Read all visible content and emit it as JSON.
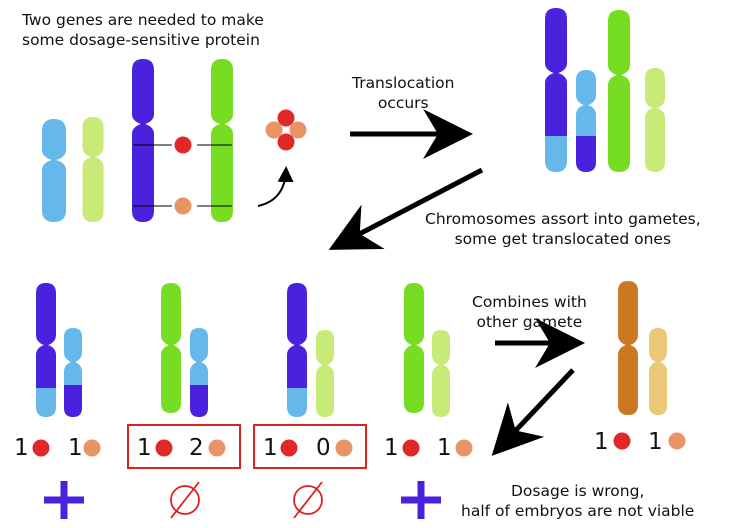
{
  "header": {
    "line1": "Two genes are needed to make",
    "line2": "some dosage-sensitive protein"
  },
  "step_translocation": {
    "line1": "Translocation",
    "line2": "occurs"
  },
  "step_assort": {
    "line1": "Chromosomes assort into gametes,",
    "line2": "some get translocated ones"
  },
  "step_combine": {
    "line1": "Combines with",
    "line2": "other gamete"
  },
  "outcome": {
    "line1": "Dosage is wrong,",
    "line2": "half of embryos are not viable"
  },
  "gametes": [
    {
      "red_count": "1",
      "orange_count": "1",
      "verdict": "viable",
      "boxed": false
    },
    {
      "red_count": "1",
      "orange_count": "2",
      "verdict": "not-viable",
      "boxed": true
    },
    {
      "red_count": "1",
      "orange_count": "0",
      "verdict": "not-viable",
      "boxed": true
    },
    {
      "red_count": "1",
      "orange_count": "1",
      "verdict": "viable",
      "boxed": false
    }
  ],
  "other_gamete": {
    "red_count": "1",
    "orange_count": "1"
  },
  "colors": {
    "chromosome_purple": "#4a22dd",
    "chromosome_green": "#77dd22",
    "chromosome_lightblue": "#66b8ea",
    "chromosome_lightgreen": "#c8ea77",
    "chromosome_orange": "#cc7722",
    "chromosome_tan": "#eac877",
    "gene_red": "#e02828",
    "gene_orange": "#e89466",
    "box_red": "#dd2222",
    "plus_purple": "#4a22dd"
  }
}
